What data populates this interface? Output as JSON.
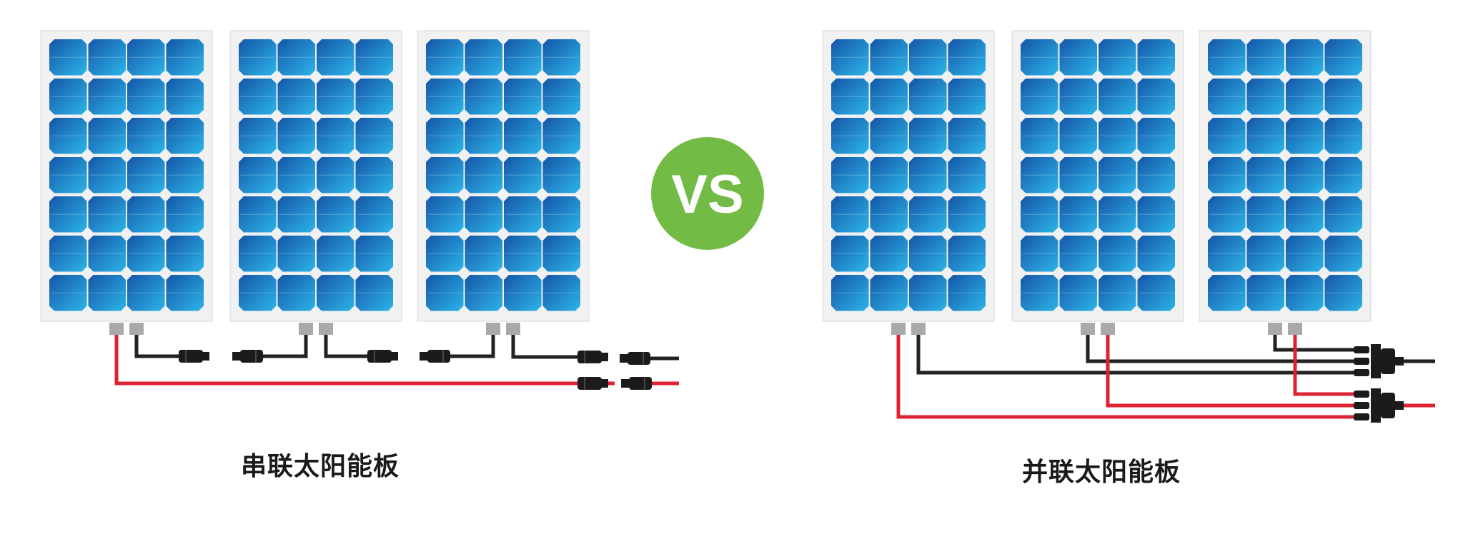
{
  "colors": {
    "panel_frame": "#f1f1f1",
    "panel_border": "#e3e3e3",
    "cell_dark": "#1556a8",
    "cell_light": "#2cb4e8",
    "junction_box": "#a9a9a9",
    "wire_negative": "#222222",
    "wire_positive": "#dd2233",
    "vs_badge": "#72bb44",
    "vs_text": "#ffffff"
  },
  "vs_badge": {
    "label": "VS"
  },
  "series": {
    "caption": "串联太阳能板",
    "panel_count": 3
  },
  "parallel": {
    "caption": "并联太阳能板",
    "panel_count": 3
  }
}
